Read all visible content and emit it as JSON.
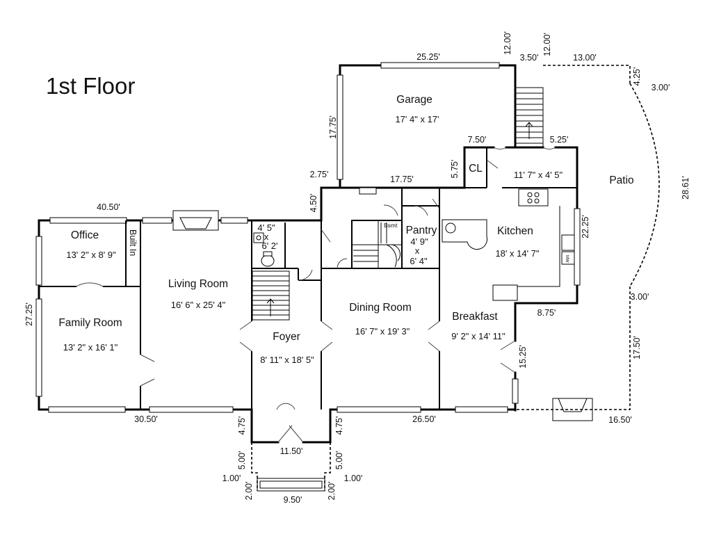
{
  "title": "1st Floor",
  "rooms": {
    "garage": {
      "name": "Garage",
      "size": "17' 4\" x 17'"
    },
    "office": {
      "name": "Office",
      "size": "13' 2\" x 8' 9\""
    },
    "built_in": "Built In",
    "family_room": {
      "name": "Family Room",
      "size": "13' 2\" x 16' 1\""
    },
    "living_room": {
      "name": "Living Room",
      "size": "16' 6\" x 25' 4\""
    },
    "powder": {
      "line1": "4' 5\"",
      "line2": "x",
      "line3": "6' 2'"
    },
    "foyer": {
      "name": "Foyer",
      "size": "8' 11\" x 18' 5\""
    },
    "bsmt": "Bsmt",
    "pantry": {
      "name": "Pantry",
      "line1": "4' 9\"",
      "line2": "x",
      "line3": "6' 4\""
    },
    "closet": "CL",
    "mudroom_size": "11' 7\" x 4' 5\"",
    "kitchen": {
      "name": "Kitchen",
      "size": "18' x 14' 7\""
    },
    "dining_room": {
      "name": "Dining Room",
      "size": "16' 7\" x 19' 3\""
    },
    "breakfast": {
      "name": "Breakfast",
      "size": "9' 2\" x 14' 11\""
    },
    "patio": "Patio",
    "appliance": "MW"
  },
  "dimensions": {
    "garage_top": "25.25'",
    "garage_right_top": "12.00'",
    "stair_right": "12.00'",
    "stair_width": "3.50'",
    "patio_top": "13.00'",
    "patio_corner": "4.25'",
    "patio_arc_top": "3.00'",
    "patio_arc": "28.61'",
    "patio_arc_bottom": "3.00'",
    "patio_right": "17.50'",
    "patio_bottom": "16.50'",
    "garage_left": "17.75'",
    "garage_bottom": "17.75'",
    "garage_jog": "2.75'",
    "mud_top": "7.50'",
    "mud_jog": "5.75'",
    "mud_right": "5.25'",
    "kitchen_right": "22.25'",
    "kitchen_jog": "8.75'",
    "breakfast_right": "15.25'",
    "house_top": "40.50'",
    "step_left": "4.50'",
    "house_left": "27.25'",
    "house_bottom_left": "30.50'",
    "house_bottom_right": "26.50'",
    "porch_left_depth": "4.75'",
    "porch_right_depth": "4.75'",
    "porch_width": "11.50'",
    "walk_left": "5.00'",
    "walk_right": "5.00'",
    "walk_left_jog": "1.00'",
    "walk_right_jog": "1.00'",
    "step_left_depth": "2.00'",
    "step_right_depth": "2.00'",
    "step_width": "9.50'"
  }
}
